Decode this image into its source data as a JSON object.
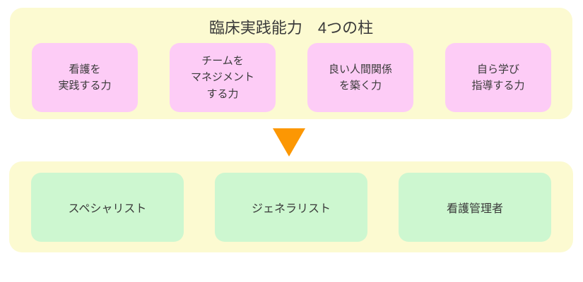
{
  "diagram": {
    "title": "臨床実践能力　4つの柱",
    "pillars": [
      {
        "label": "看護を\n実践する力"
      },
      {
        "label": "チームを\nマネジメント\nする力"
      },
      {
        "label": "良い人間関係\nを築く力"
      },
      {
        "label": "自ら学び\n指導する力"
      }
    ],
    "arrow_icon": "down-arrow",
    "roles": [
      {
        "label": "スペシャリスト"
      },
      {
        "label": "ジェネラリスト"
      },
      {
        "label": "看護管理者"
      }
    ],
    "colors": {
      "panel_bg": "#FCFAD1",
      "pillar_bg": "#FDCCF6",
      "role_bg": "#CDF7D0",
      "arrow": "#FC9703",
      "text": "#3A3A3A"
    }
  }
}
